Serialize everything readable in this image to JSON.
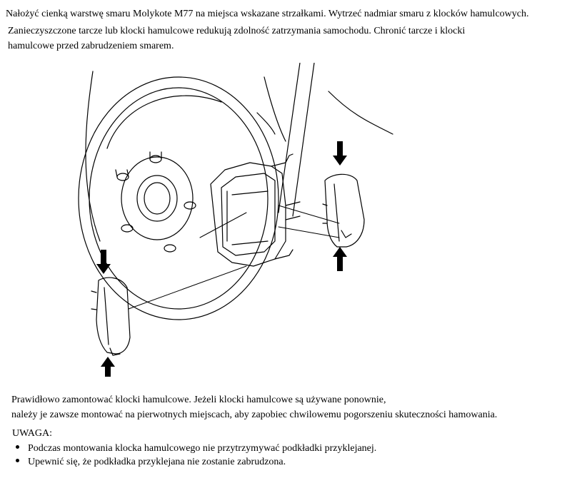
{
  "intro": {
    "line1": "Nałożyć cienką warstwę smaru Molykote M77 na miejsca wskazane strzałkami. Wytrzeć nadmiar smaru z klocków hamulcowych.",
    "line2": "Zanieczyszczone tarcze lub klocki hamulcowe redukują zdolność zatrzymania samochodu. Chronić tarcze i klocki",
    "line3": "hamulcowe przed zabrudzeniem smarem."
  },
  "illustration": {
    "subject": "brake disc, caliper bracket and two brake pads with arrows indicating grease points"
  },
  "instructions": {
    "line1": "Prawidłowo zamontować klocki hamulcowe. Jeżeli klocki hamulcowe są używane ponownie,",
    "line2": "należy je zawsze montować na pierwotnych miejscach, aby zapobiec chwilowemu pogorszeniu skuteczności hamowania."
  },
  "note": {
    "heading": "UWAGA:",
    "bullets": [
      "Podczas montowania klocka hamulcowego nie przytrzymywać podkładki przyklejanej.",
      "Upewnić się, że podkładka przyklejana nie zostanie zabrudzona."
    ]
  }
}
